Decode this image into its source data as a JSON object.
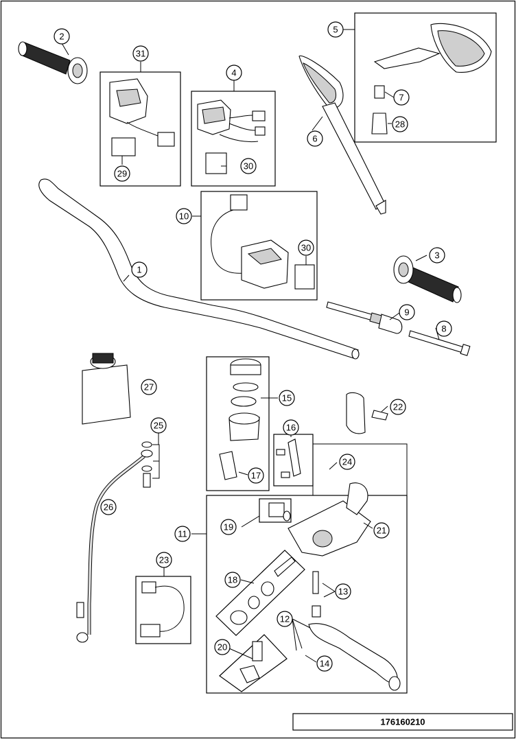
{
  "document_number": "176160210",
  "callouts": [
    "1",
    "2",
    "3",
    "4",
    "5",
    "6",
    "7",
    "8",
    "9",
    "10",
    "11",
    "12",
    "13",
    "14",
    "15",
    "16",
    "17",
    "18",
    "19",
    "20",
    "21",
    "22",
    "23",
    "24",
    "25",
    "26",
    "27",
    "28",
    "29",
    "30",
    "30",
    "31"
  ]
}
